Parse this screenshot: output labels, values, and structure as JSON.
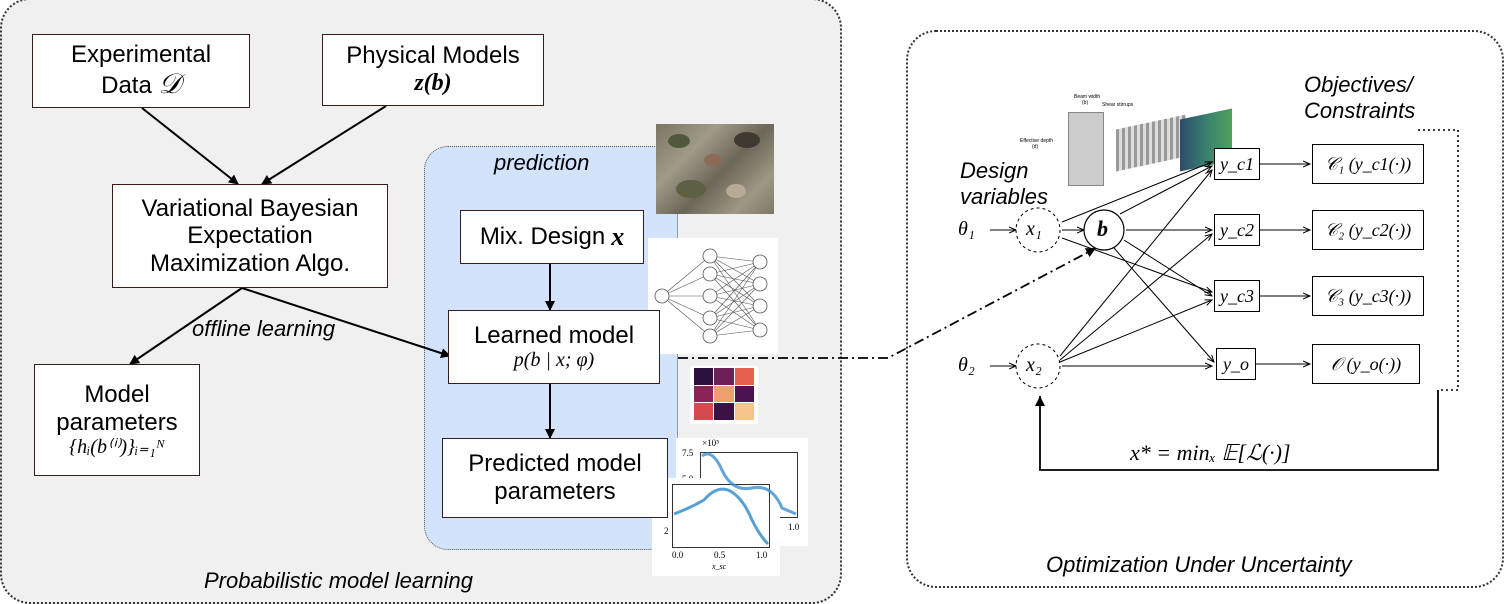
{
  "left_panel": {
    "caption": "Probabilistic model learning",
    "experimental_data": {
      "line1": "Experimental",
      "line2": "Data",
      "symbol": "𝒟"
    },
    "physical_models": {
      "line1": "Physical Models",
      "formula": "z(b)"
    },
    "vbem": {
      "line1": "Variational Bayesian",
      "line2": "Expectation",
      "line3": "Maximization Algo."
    },
    "model_parameters": {
      "line1": "Model",
      "line2": "parameters",
      "formula": "{hᵢ(b⁽ⁱ⁾)}ᵢ₌₁ᴺ"
    },
    "offline_label": "offline learning",
    "prediction_label": "prediction",
    "mix_design": {
      "label": "Mix. Design",
      "symbol": "x"
    },
    "learned_model": {
      "label": "Learned model",
      "formula": "p(b | x;  φ)"
    },
    "predicted": {
      "line1": "Predicted model",
      "line2": "parameters"
    },
    "plot_front": {
      "yticks": [
        "2"
      ],
      "xticks": [
        "0.0",
        "0.5",
        "1.0"
      ],
      "xlabel": "x_sc"
    },
    "plot_back": {
      "exp": "×10⁵",
      "yticks": [
        "7.5",
        "5.0"
      ],
      "xticks": [
        "1.0"
      ]
    },
    "beam_labels": {
      "beam_width": "Beam width",
      "beam_width_sub": "(b)",
      "shear_stirrups": "Shear stirrups",
      "effective_depth": "Effective depth",
      "effective_depth_sub": "(d)"
    }
  },
  "right_panel": {
    "caption": "Optimization Under Uncertainty",
    "objectives_label": "Objectives/ Constraints",
    "design_variables_label": "Design variables",
    "theta1": "θ₁",
    "theta2": "θ₂",
    "x1": "x₁",
    "x2": "x₂",
    "b": "b",
    "outputs": [
      "y_c1",
      "y_c2",
      "y_c3",
      "y_o"
    ],
    "objectives": [
      "𝒞₁ (y_c1(·))",
      "𝒞₂ (y_c2(·))",
      "𝒞₃ (y_c3(·))",
      "𝒪 (y_o(·))"
    ],
    "optimum": "x* = minₓ 𝔼[ℒ(·)]"
  },
  "colors": {
    "panel_bg": "#f0f0f0",
    "prediction_bg": "#d4e3fc",
    "curve": "#3a8fd0",
    "box_border": "#3a1c1c"
  }
}
